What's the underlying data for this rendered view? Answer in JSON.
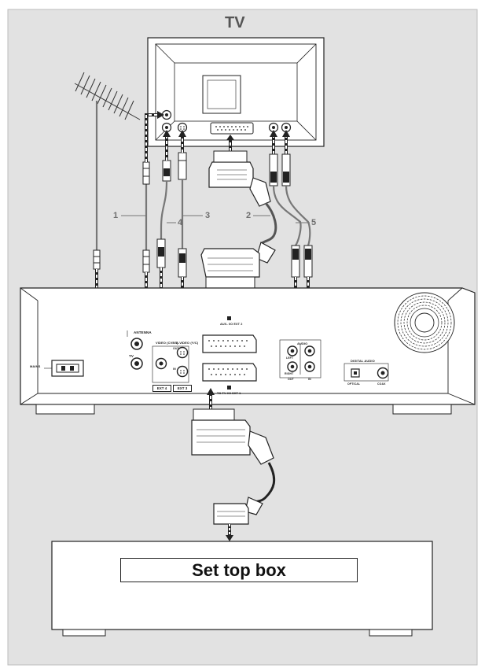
{
  "diagram": {
    "tv_label": "TV",
    "set_top_box_label": "Set top box",
    "cable_numbers": {
      "c1": "1",
      "c2": "2",
      "c3": "3",
      "c4": "4",
      "c5": "5"
    },
    "recorder_panel": {
      "antenna": "ANTENNA",
      "tv": "TV",
      "video_cvbs": "VIDEO (CVBS)",
      "s_video": "S-VIDEO (Y/C)",
      "ext4": "EXT 4",
      "ext3": "EXT 3",
      "out": "OUT",
      "in": "IN",
      "aux_ext2": "AUX- I/O EXT 2",
      "to_tv_io_ext1": "TO TV-I/O EXT 1",
      "audio": "AUDIO",
      "left": "LEFT",
      "right": "RIGHT",
      "digital_audio": "DIGITAL AUDIO",
      "optical": "OPTICAL",
      "coax": "COAX",
      "mains": "MAINS"
    }
  }
}
